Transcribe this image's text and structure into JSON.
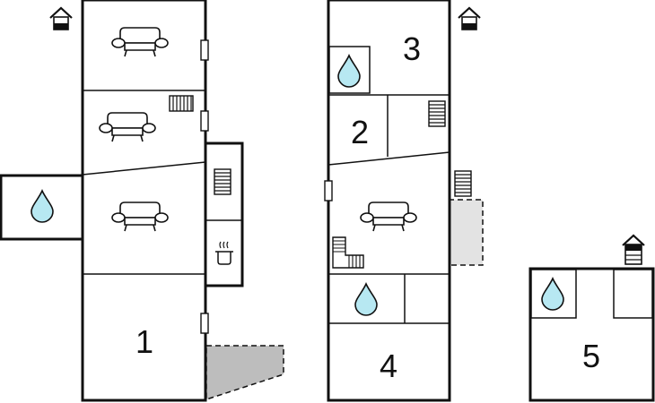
{
  "room_labels": {
    "room1": "1",
    "room2": "2",
    "room3": "3",
    "room4": "4",
    "room5": "5"
  },
  "colors": {
    "wall": "#111111",
    "terrace": "#bdbdbd",
    "terrace_light": "#e3e3e3",
    "water": "#b7e8f2"
  },
  "icons": [
    "house-icon",
    "sofa-icon",
    "radiator-icon",
    "stairs-icon",
    "cooking-pot-icon",
    "water-drop-icon",
    "door-icon"
  ]
}
